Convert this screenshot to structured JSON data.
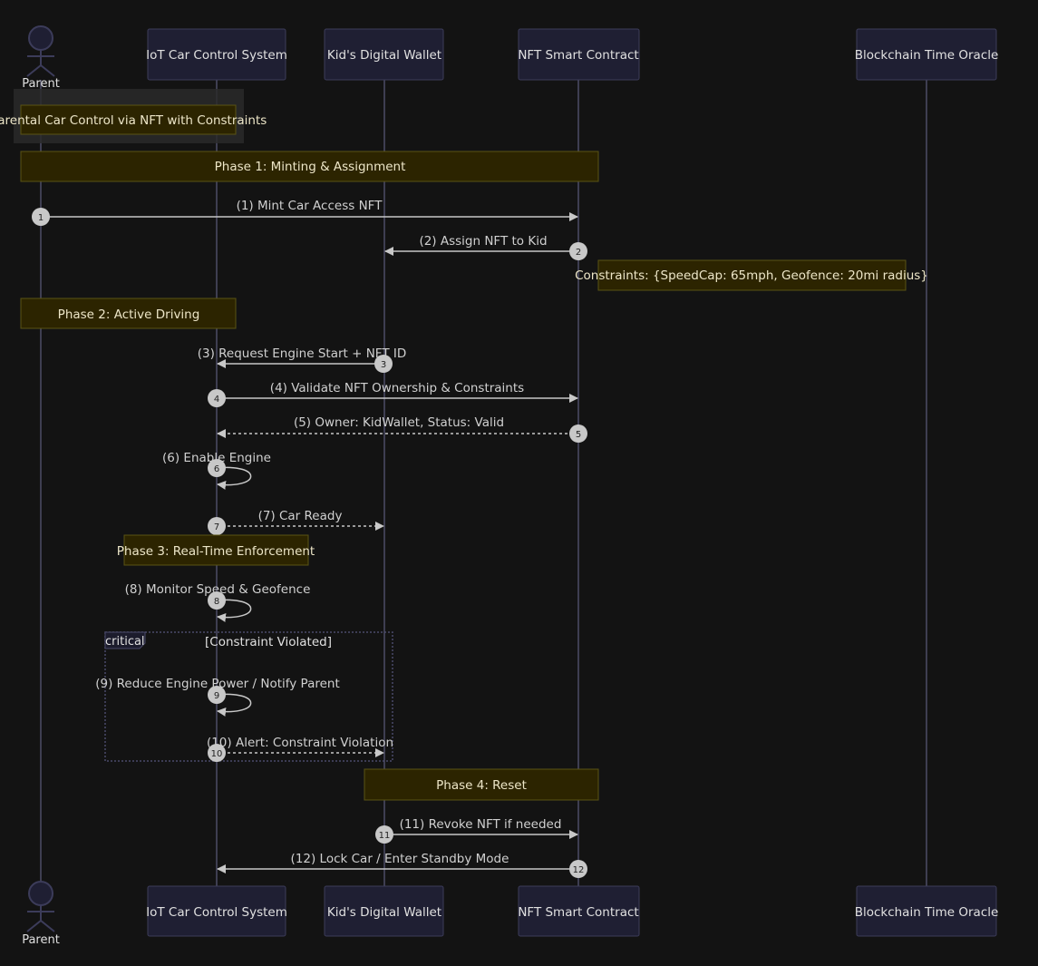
{
  "diagram": {
    "participants": [
      {
        "id": "parent",
        "label": "Parent",
        "kind": "actor"
      },
      {
        "id": "iot",
        "label": "IoT Car Control System",
        "kind": "box"
      },
      {
        "id": "wallet",
        "label": "Kid's Digital Wallet",
        "kind": "box"
      },
      {
        "id": "nft",
        "label": "NFT Smart Contract",
        "kind": "box"
      },
      {
        "id": "oracle",
        "label": "Blockchain Time Oracle",
        "kind": "box"
      }
    ],
    "title_note": "Parental Car Control via NFT with Constraints",
    "phases": [
      "Phase 1: Minting & Assignment",
      "Phase 2: Active Driving",
      "Phase 3: Real-Time Enforcement",
      "Phase 4: Reset"
    ],
    "constraints_note": "Constraints: {SpeedCap: 65mph, Geofence: 20mi radius}",
    "critical": {
      "keyword": "critical",
      "condition": "[Constraint Violated]"
    },
    "messages": [
      {
        "num": "1",
        "text": "(1) Mint Car Access NFT",
        "from": "parent",
        "to": "nft",
        "style": "solid"
      },
      {
        "num": "2",
        "text": "(2) Assign NFT to Kid",
        "from": "nft",
        "to": "wallet",
        "style": "solid"
      },
      {
        "num": "3",
        "text": "(3) Request Engine Start + NFT ID",
        "from": "wallet",
        "to": "iot",
        "style": "solid"
      },
      {
        "num": "4",
        "text": "(4) Validate NFT Ownership & Constraints",
        "from": "iot",
        "to": "nft",
        "style": "solid"
      },
      {
        "num": "5",
        "text": "(5) Owner: KidWallet, Status: Valid",
        "from": "nft",
        "to": "iot",
        "style": "dashed"
      },
      {
        "num": "6",
        "text": "(6) Enable Engine",
        "from": "iot",
        "to": "iot",
        "style": "self"
      },
      {
        "num": "7",
        "text": "(7) Car Ready",
        "from": "iot",
        "to": "wallet",
        "style": "dashed"
      },
      {
        "num": "8",
        "text": "(8) Monitor Speed & Geofence",
        "from": "iot",
        "to": "iot",
        "style": "self"
      },
      {
        "num": "9",
        "text": "(9) Reduce Engine Power / Notify Parent",
        "from": "iot",
        "to": "iot",
        "style": "self"
      },
      {
        "num": "10",
        "text": "(10) Alert: Constraint Violation",
        "from": "iot",
        "to": "wallet",
        "style": "dashed"
      },
      {
        "num": "11",
        "text": "(11) Revoke NFT if needed",
        "from": "wallet",
        "to": "nft",
        "style": "solid"
      },
      {
        "num": "12",
        "text": "(12) Lock Car / Enter Standby Mode",
        "from": "nft",
        "to": "iot",
        "style": "solid"
      }
    ]
  },
  "colors": {
    "background": "#131313",
    "participant_fill": "#1f1f33",
    "participant_stroke": "#3c3c5a",
    "lifeline": "#4d4d66",
    "text": "#e0e0e0",
    "arrow": "#c8c8c8",
    "note_fill": "#2c2400",
    "note_stroke": "#5a5314",
    "note_text": "#ede6c8",
    "badge_fill": "#c8c8c8",
    "badge_text": "#222222",
    "critical_stroke": "#4a4a6a"
  }
}
